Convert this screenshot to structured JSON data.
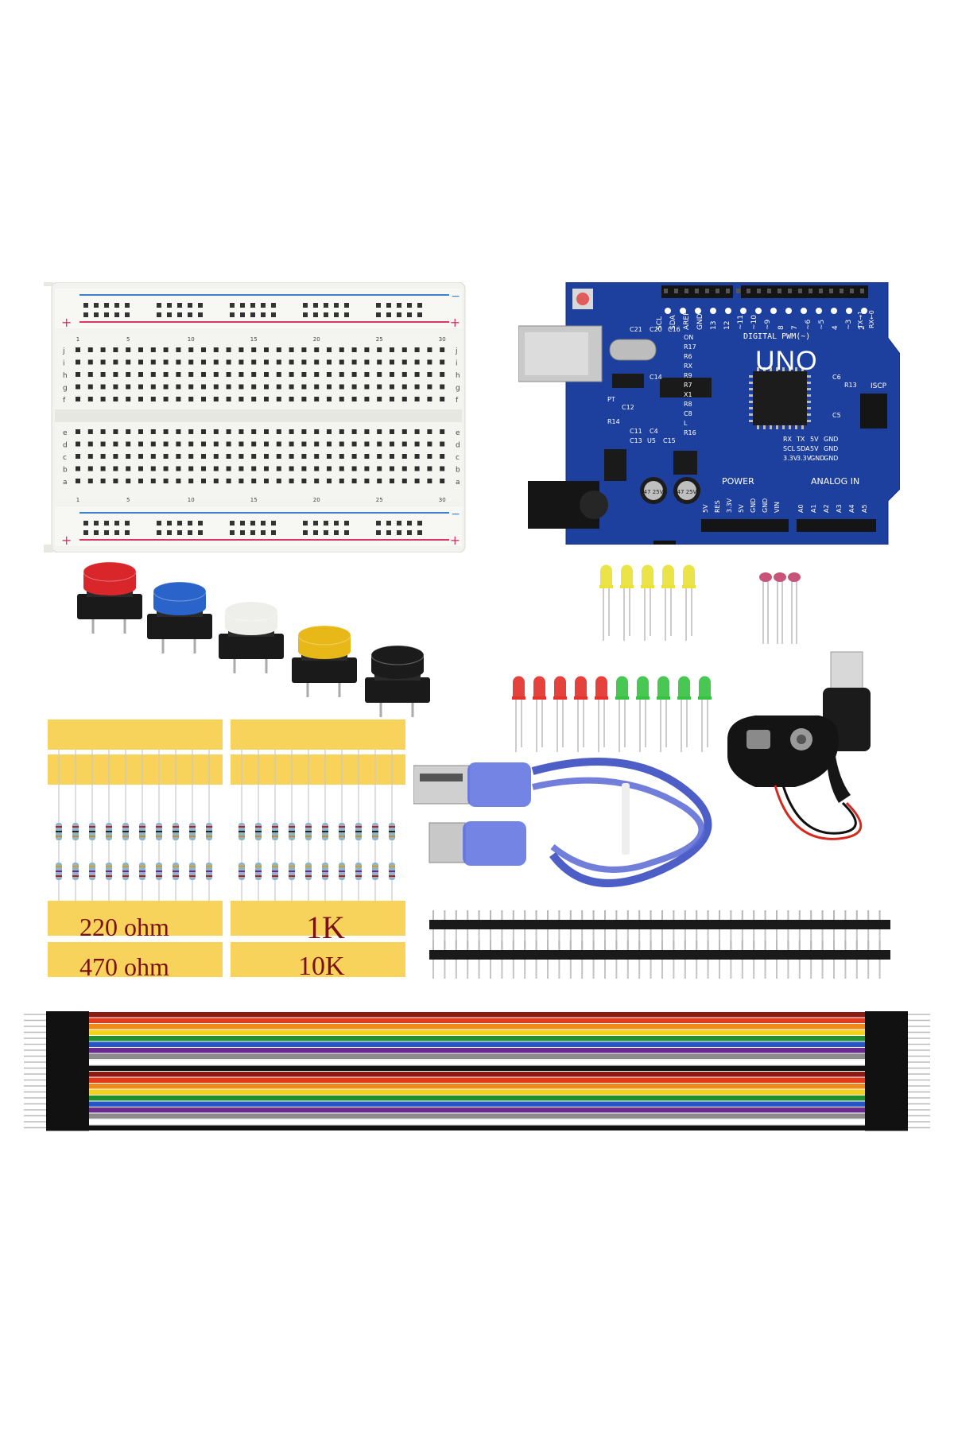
{
  "board": {
    "logo": "UNO",
    "header_digital": "DIGITAL PWM(~)",
    "header_power": "POWER",
    "header_analog": "ANALOG IN",
    "iscp": "ISCP",
    "tx_label": "TX→1",
    "rx_label": "RX←0",
    "top_pin_labels": [
      "SCL",
      "SDA",
      "AREF",
      "GND",
      "13",
      "12",
      "~11",
      "~10",
      "~9",
      "8",
      "7",
      "~6",
      "~5",
      "4",
      "~3",
      "2"
    ],
    "power_pin_labels": [
      "5V",
      "RES",
      "3.3V",
      "5V",
      "GND",
      "GND",
      "VIN"
    ],
    "analog_pin_labels": [
      "A0",
      "A1",
      "A2",
      "A3",
      "A4",
      "A5"
    ],
    "component_labels": [
      "C21",
      "C20",
      "C16",
      "ON",
      "R17",
      "R6",
      "RX",
      "R9",
      "R7",
      "X1",
      "R8",
      "C8",
      "L",
      "R16",
      "C14",
      "C11",
      "C4",
      "C13",
      "U5",
      "C15",
      "C12",
      "PT",
      "R14",
      "C6",
      "R13",
      "C5",
      "RX",
      "TX",
      "5V",
      "GND",
      "SCL",
      "SDA",
      "5V",
      "GND",
      "3.3V",
      "3.3V",
      "GND",
      "GND"
    ],
    "capacitor_text": "47\n25V"
  },
  "resistors": {
    "labels": [
      "220 ohm",
      "1K",
      "470 ohm",
      "10K"
    ]
  },
  "breadboard": {
    "row_letters_top": [
      "j",
      "i",
      "h",
      "g",
      "f"
    ],
    "row_letters_bottom": [
      "e",
      "d",
      "c",
      "b",
      "a"
    ],
    "column_count": 30,
    "rail_minus": "−",
    "rail_plus": "+"
  },
  "buttons": {
    "colors": [
      "#d8262b",
      "#2a63c9",
      "#eeeeea",
      "#e8b818",
      "#1b1b1b"
    ]
  },
  "leds": {
    "yellow_count": 5,
    "red_count": 5,
    "green_count": 5,
    "ldr_count": 3
  },
  "jumper_colors": [
    "#8b1a14",
    "#e23a1a",
    "#ee8a1c",
    "#f3d21e",
    "#1f8f2f",
    "#2456c8",
    "#6a2a8e",
    "#8a8a8a",
    "#ffffff",
    "#111111",
    "#8b1a14",
    "#e23a1a",
    "#ee8a1c",
    "#f3d21e",
    "#1f8f2f",
    "#2456c8",
    "#6a2a8e",
    "#8a8a8a",
    "#ffffff",
    "#111111"
  ],
  "accent_colors": {
    "board_blue": "#1d3f9e",
    "tape_yellow": "#f7d35c",
    "usb_blue": "#3a4ec0"
  }
}
